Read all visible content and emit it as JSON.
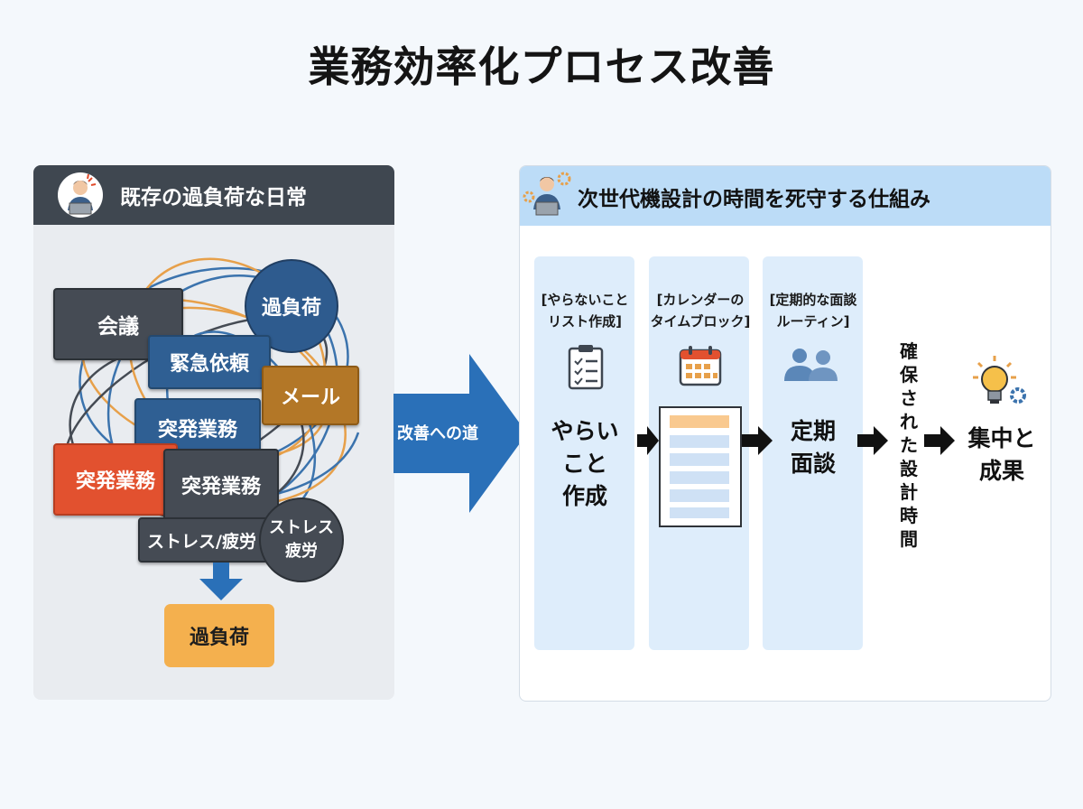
{
  "title": "業務効率化プロセス改善",
  "left": {
    "header": "既存の過負荷な日常",
    "tags": {
      "meeting": "会議",
      "urgent": "緊急依頼",
      "mail": "メール",
      "sudden_1": "突発業務",
      "sudden_2": "突発業務",
      "sudden_3": "突発業務",
      "stress_box": "ストレス/疲労"
    },
    "circles": {
      "overload": "過負荷",
      "stress_line1": "ストレス",
      "stress_line2": "疲労"
    },
    "result": "過負荷"
  },
  "middle": {
    "arrow_label": "改善への道"
  },
  "right": {
    "header": "次世代機設計の時間を死守する仕組み",
    "columns": [
      {
        "label_line1": "[やらないこと",
        "label_line2": "リスト作成]",
        "step_lines": [
          "やらい",
          "こと",
          "作成"
        ]
      },
      {
        "label_line1": "[カレンダーの",
        "label_line2": "タイムブロック]",
        "step_lines": []
      },
      {
        "label_line1": "[定期的な面談",
        "label_line2": "ルーティン]",
        "step_lines": [
          "定期",
          "面談"
        ]
      }
    ],
    "secured_time": [
      "確",
      "保",
      "さ",
      "れ",
      "た",
      "設",
      "計",
      "時",
      "間"
    ],
    "result_lines": [
      "集中と",
      "成果"
    ]
  },
  "colors": {
    "dark": "#454b54",
    "blue": "#2f5f93",
    "orange": "#b37727",
    "red": "#e2512f",
    "result": "#f4b04e",
    "right_header": "#bcdcf7",
    "column": "#deedfb",
    "arrow_blue": "#2a70b8"
  }
}
